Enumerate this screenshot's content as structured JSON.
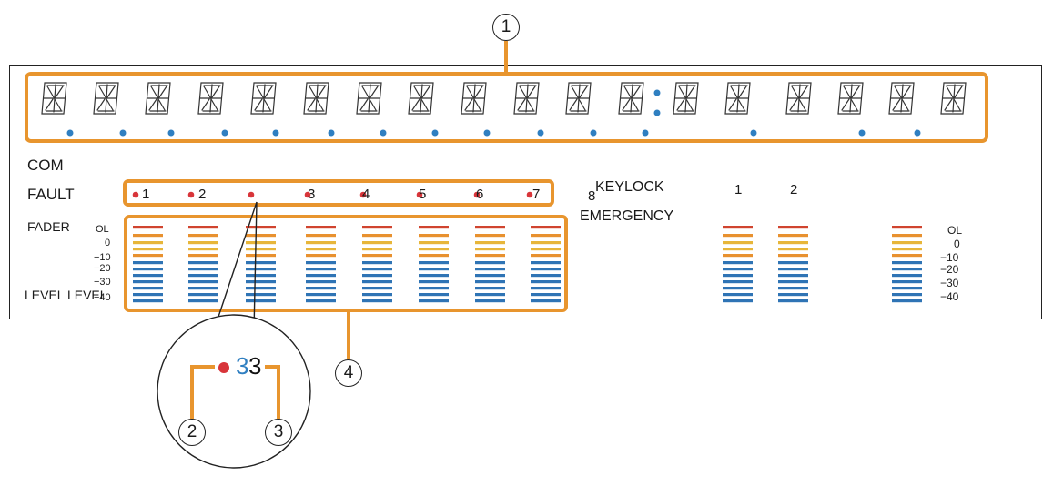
{
  "callouts": [
    "1",
    "2",
    "3",
    "4"
  ],
  "labels": {
    "com": "COM",
    "fault": "FAULT",
    "fader": "FADER",
    "level_level": "LEVEL LEVEL",
    "keylock": "KEYLOCK",
    "emergency": "EMERGENCY"
  },
  "fault_numbers": [
    "1",
    "2",
    "",
    "3",
    "4",
    "5",
    "6",
    "7",
    "8"
  ],
  "keylock_numbers": [
    "1",
    "2"
  ],
  "scale_left": [
    "OL",
    "0",
    "−10",
    "−20",
    "−30",
    "−40"
  ],
  "scale_right": [
    "OL",
    "0",
    "−10",
    "−20",
    "−30",
    "−40"
  ],
  "zoom": {
    "number_a": "3",
    "number_b": "3"
  },
  "colors": {
    "highlight": "#E8952E",
    "fault_dot": "#D8353A",
    "segment_dot": "#2F7FC1",
    "meter_red": "#D0442F",
    "meter_orange": "#E8912F",
    "meter_yellow": "#E7B63A",
    "meter_blue": "#2F74B5",
    "zoom_blue": "#2F7FC1"
  }
}
